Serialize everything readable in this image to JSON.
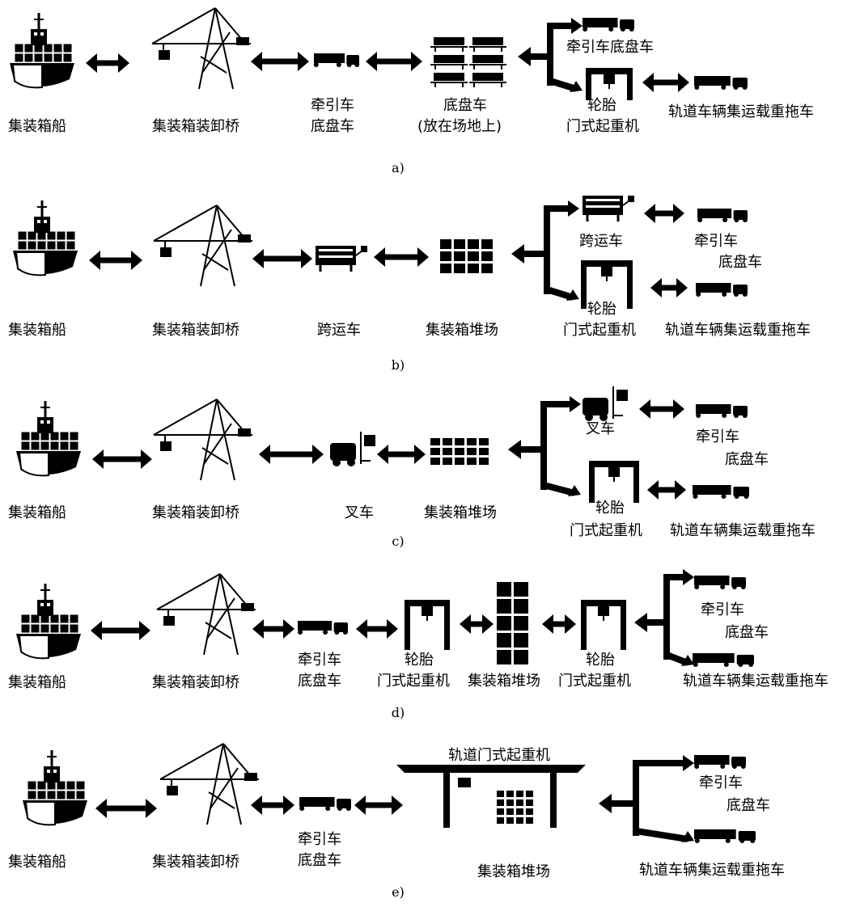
{
  "panels": [
    {
      "caption": "a)",
      "labels": [
        "集装箱船",
        "集装箱装卸桥",
        "牵引车",
        "底盘车",
        "底盘车",
        "(放在场地上)",
        "牵引车底盘车",
        "轮胎",
        "门式起重机",
        "轨道车辆集运载重拖车"
      ]
    },
    {
      "caption": "b)",
      "labels": [
        "集装箱船",
        "集装箱装卸桥",
        "跨运车",
        "集装箱堆场",
        "跨运车",
        "牵引车",
        "底盘车",
        "轮胎",
        "门式起重机",
        "轨道车辆集运载重拖车"
      ]
    },
    {
      "caption": "c)",
      "labels": [
        "集装箱船",
        "集装箱装卸桥",
        "叉车",
        "集装箱堆场",
        "叉车",
        "牵引车",
        "底盘车",
        "轮胎",
        "门式起重机",
        "轨道车辆集运载重拖车"
      ]
    },
    {
      "caption": "d)",
      "labels": [
        "集装箱船",
        "集装箱装卸桥",
        "牵引车",
        "底盘车",
        "轮胎",
        "门式起重机",
        "集装箱堆场",
        "轮胎",
        "门式起重机",
        "牵引车",
        "底盘车",
        "轨道车辆集运载重拖车"
      ]
    },
    {
      "caption": "e)",
      "labels": [
        "集装箱船",
        "集装箱装卸桥",
        "牵引车",
        "底盘车",
        "轨道门式起重机",
        "集装箱堆场",
        "牵引车",
        "底盘车",
        "轨道车辆集运载重拖车"
      ]
    }
  ],
  "icons": [
    "ship-icon",
    "quay-crane-icon",
    "tractor-trailer-icon",
    "chassis-icon",
    "straddle-carrier-icon",
    "forklift-icon",
    "rubber-tyred-gantry-icon",
    "container-yard-icon",
    "rail-gantry-crane-icon",
    "double-arrow-icon",
    "branch-arrow-icon"
  ]
}
